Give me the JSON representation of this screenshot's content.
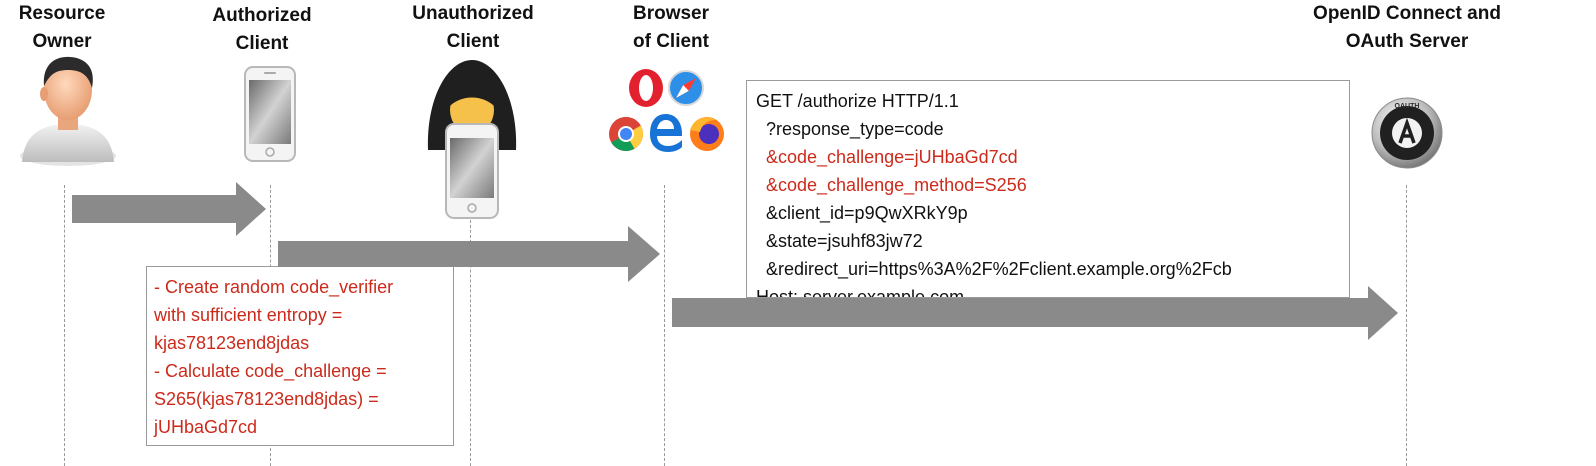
{
  "actors": [
    {
      "id": "resource-owner",
      "label": "Resource\nOwner",
      "icon": "person-icon"
    },
    {
      "id": "authorized-client",
      "label": "Authorized\nClient",
      "icon": "smartphone-icon"
    },
    {
      "id": "unauthorized-client",
      "label": "Unauthorized\nClient",
      "icon": "hacker-icon"
    },
    {
      "id": "browser",
      "label": "Browser\nof Client",
      "icon": "browser-icons"
    },
    {
      "id": "oauth-server",
      "label": "OpenID Connect and\nOAuth Server",
      "icon": "oauth-logo-icon"
    }
  ],
  "verifier_note": {
    "lines": [
      "- Create random code_verifier",
      "with sufficient entropy =",
      "kjas78123end8jdas",
      "- Calculate code_challenge =",
      "S265(kjas78123end8jdas) =",
      "jUHbaGd7cd"
    ]
  },
  "request": {
    "lines": [
      {
        "text": "GET /authorize HTTP/1.1",
        "highlight": false
      },
      {
        "text": "  ?response_type=code",
        "highlight": false
      },
      {
        "text": "  &code_challenge=jUHbaGd7cd",
        "highlight": true
      },
      {
        "text": "  &code_challenge_method=S256",
        "highlight": true
      },
      {
        "text": "  &client_id=p9QwXRkY9p",
        "highlight": false
      },
      {
        "text": "  &state=jsuhf83jw72",
        "highlight": false
      },
      {
        "text": "  &redirect_uri=https%3A%2F%2Fclient.example.org%2Fcb",
        "highlight": false
      },
      {
        "text": "Host: server.example.com",
        "highlight": false
      }
    ]
  },
  "oauth_logo_text": "OAUTH",
  "colors": {
    "arrow": "#8a8a8a",
    "highlight": "#cc2a1b",
    "text": "#111111",
    "border": "#9a9a9a"
  }
}
